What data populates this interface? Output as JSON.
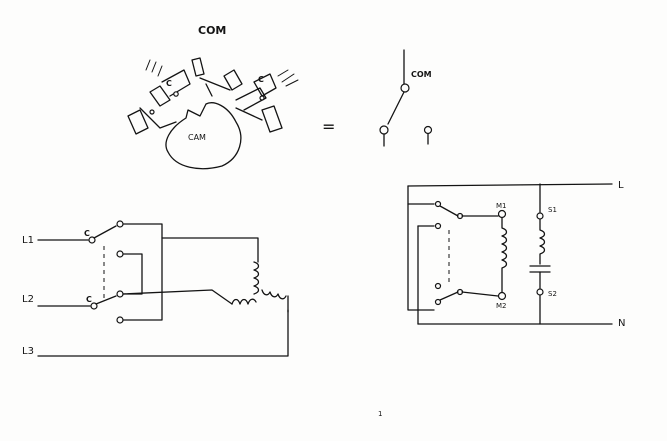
{
  "diagram": {
    "cam_switch": {
      "com_label": "COM",
      "cam_label": "CAM",
      "c_left": "C",
      "c_right": "C"
    },
    "equals": "=",
    "symbol": {
      "com_label": "COM"
    },
    "three_phase": {
      "line1": "L1",
      "line2": "L2",
      "line3": "L3",
      "c_top": "C",
      "c_bottom": "C"
    },
    "single_phase": {
      "line": "L",
      "neutral": "N",
      "m1": "M1",
      "m2": "M2",
      "s1": "S1",
      "s2": "S2"
    },
    "page_mark": "1"
  }
}
